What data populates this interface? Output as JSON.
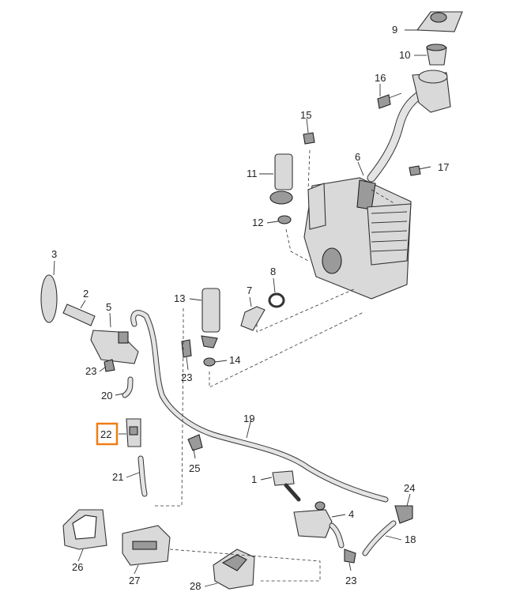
{
  "diagram": {
    "highlighted_callout": "22",
    "highlight_color": "#f07d16",
    "callouts": [
      {
        "id": "c1",
        "text": "1"
      },
      {
        "id": "c2",
        "text": "2"
      },
      {
        "id": "c3",
        "text": "3"
      },
      {
        "id": "c4",
        "text": "4"
      },
      {
        "id": "c5",
        "text": "5"
      },
      {
        "id": "c6",
        "text": "6"
      },
      {
        "id": "c7",
        "text": "7"
      },
      {
        "id": "c8",
        "text": "8"
      },
      {
        "id": "c9",
        "text": "9"
      },
      {
        "id": "c10",
        "text": "10"
      },
      {
        "id": "c11",
        "text": "11"
      },
      {
        "id": "c12",
        "text": "12"
      },
      {
        "id": "c13",
        "text": "13"
      },
      {
        "id": "c14",
        "text": "14"
      },
      {
        "id": "c15",
        "text": "15"
      },
      {
        "id": "c16",
        "text": "16"
      },
      {
        "id": "c17",
        "text": "17"
      },
      {
        "id": "c18",
        "text": "18"
      },
      {
        "id": "c19",
        "text": "19"
      },
      {
        "id": "c20",
        "text": "20"
      },
      {
        "id": "c21",
        "text": "21"
      },
      {
        "id": "c22",
        "text": "22"
      },
      {
        "id": "c23a",
        "text": "23"
      },
      {
        "id": "c23b",
        "text": "23"
      },
      {
        "id": "c23c",
        "text": "23"
      },
      {
        "id": "c24",
        "text": "24"
      },
      {
        "id": "c25",
        "text": "25"
      },
      {
        "id": "c26",
        "text": "26"
      },
      {
        "id": "c27",
        "text": "27"
      },
      {
        "id": "c28",
        "text": "28"
      }
    ]
  }
}
